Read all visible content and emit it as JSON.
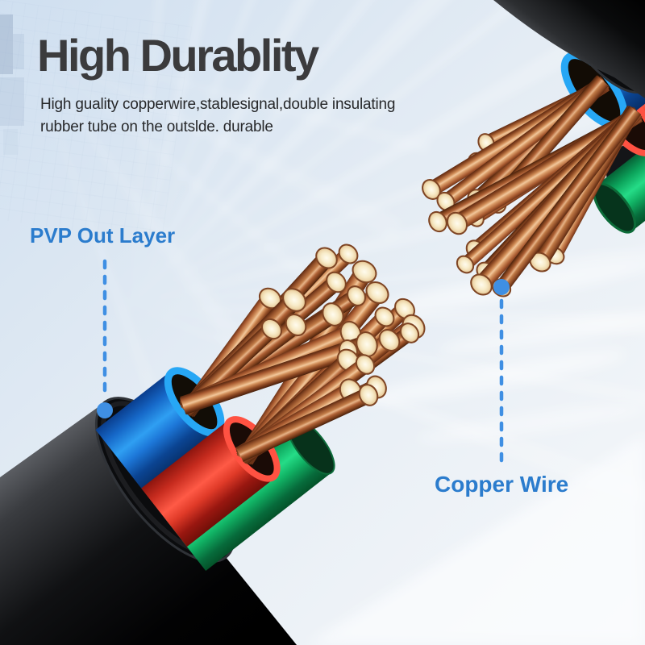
{
  "title": "High Durablity",
  "subtitle": {
    "line1": "High guality copperwire,stablesignal,double insulating",
    "line2": "rubber tube on the outslde. durable"
  },
  "callouts": {
    "pvp": {
      "label": "PVP Out Layer"
    },
    "copper": {
      "label": "Copper Wire"
    }
  },
  "colors": {
    "title": "#3b3b3d",
    "body_text": "#27282a",
    "accent_blue": "#2b7ccd",
    "leader_blue": "#3f8fe3",
    "copper": "#c9804e",
    "copper_face": "#f7ead0",
    "jacket_black": "#0b0c0e",
    "insulation_blue": "#27a7f5",
    "insulation_red": "#f0392b",
    "insulation_green": "#13c571",
    "background_top_left": "#cfdff0",
    "background_bottom_right": "#f6f8fa"
  }
}
